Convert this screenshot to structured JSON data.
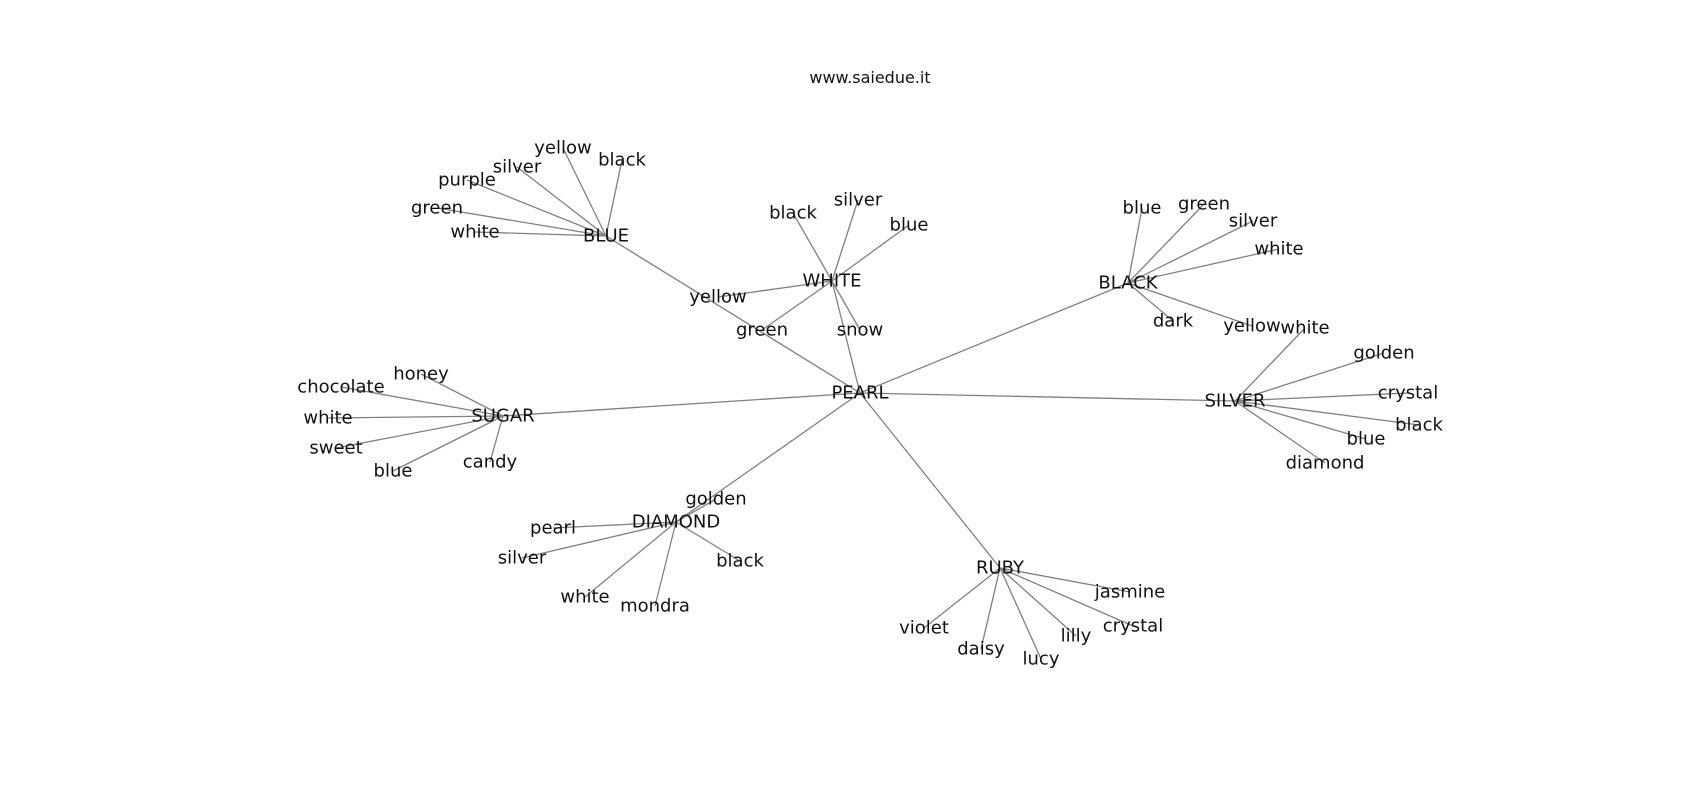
{
  "site_label": "www.saiedue.it",
  "colors": {
    "edge": "#808080",
    "text": "#111111",
    "background": "#ffffff"
  },
  "root": "PEARL",
  "clusters": [
    {
      "name": "BLUE",
      "leaves": [
        "yellow",
        "black",
        "silver",
        "purple",
        "green",
        "white"
      ]
    },
    {
      "name": "WHITE",
      "leaves": [
        "black",
        "silver",
        "blue",
        "yellow",
        "green",
        "snow"
      ]
    },
    {
      "name": "BLACK",
      "leaves": [
        "blue",
        "green",
        "silver",
        "white",
        "dark",
        "yellow"
      ]
    },
    {
      "name": "SUGAR",
      "leaves": [
        "honey",
        "chocolate",
        "white",
        "sweet",
        "blue",
        "candy"
      ]
    },
    {
      "name": "SILVER",
      "leaves": [
        "white",
        "golden",
        "crystal",
        "black",
        "blue",
        "diamond"
      ]
    },
    {
      "name": "DIAMOND",
      "leaves": [
        "golden",
        "pearl",
        "silver",
        "black",
        "white",
        "mondra"
      ]
    },
    {
      "name": "RUBY",
      "leaves": [
        "jasmine",
        "crystal",
        "lilly",
        "lucy",
        "daisy",
        "violet"
      ]
    }
  ]
}
